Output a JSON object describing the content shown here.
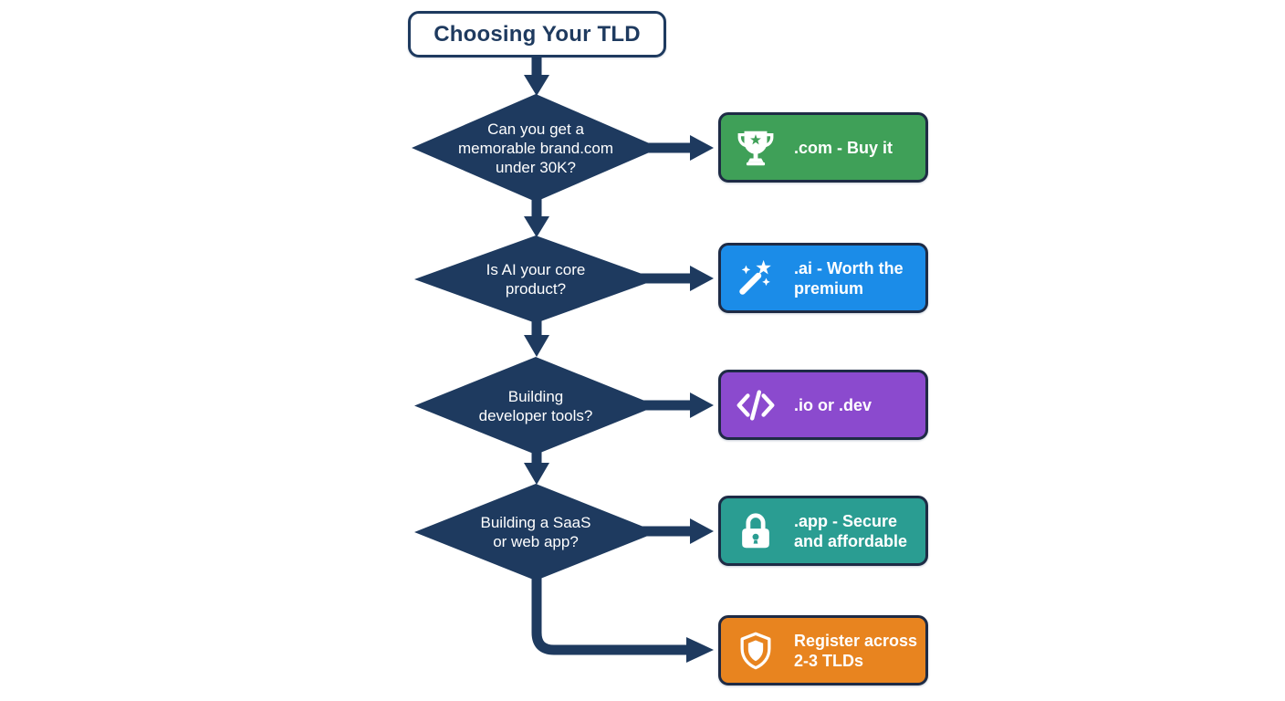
{
  "title": {
    "label": "Choosing Your TLD"
  },
  "colors": {
    "navy": "#1e3a5f",
    "green": "#3fa058",
    "blue": "#1b8ce8",
    "purple": "#8b4ace",
    "teal": "#2a9d92",
    "orange": "#e8841f",
    "text_on_dark": "#ffffff"
  },
  "decisions": [
    {
      "lines": [
        "Can you get a",
        "memorable brand.com",
        "under 30K?"
      ]
    },
    {
      "lines": [
        "Is AI your core",
        "product?"
      ]
    },
    {
      "lines": [
        "Building",
        "developer tools?"
      ]
    },
    {
      "lines": [
        "Building a SaaS",
        "or web app?"
      ]
    }
  ],
  "results": [
    {
      "icon": "trophy-icon",
      "color": "#3fa058",
      "lines": [
        ".com - Buy it"
      ]
    },
    {
      "icon": "magic-wand-icon",
      "color": "#1b8ce8",
      "lines": [
        ".ai - Worth the",
        "premium"
      ]
    },
    {
      "icon": "code-icon",
      "color": "#8b4ace",
      "lines": [
        ".io or .dev"
      ]
    },
    {
      "icon": "lock-icon",
      "color": "#2a9d92",
      "lines": [
        ".app - Secure",
        "and affordable"
      ]
    },
    {
      "icon": "shield-icon",
      "color": "#e8841f",
      "lines": [
        "Register across",
        "2-3 TLDs"
      ]
    }
  ]
}
